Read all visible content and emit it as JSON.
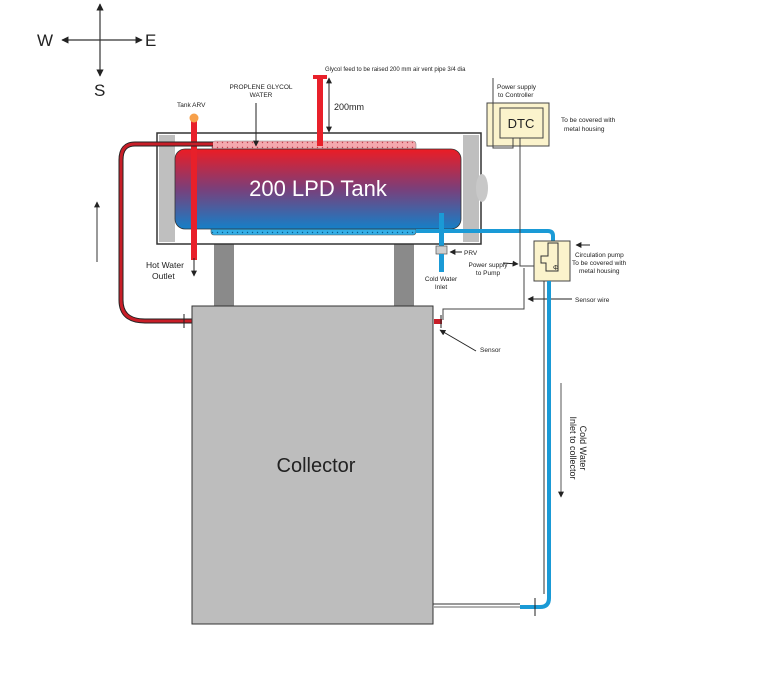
{
  "compass": {
    "west": "W",
    "east": "E",
    "south": "S"
  },
  "labels": {
    "glycol_feed": "Glycol feed to be raised 200 mm air vent pipe 3/4 dia",
    "dimension_200mm": "200mm",
    "propylene_glycol_line1": "PROPLENE GLYCOL",
    "propylene_glycol_line2": "WATER",
    "tank_arv": "Tank ARV",
    "tank_title": "200 LPD Tank",
    "hot_water_outlet_line1": "Hot Water",
    "hot_water_outlet_line2": "Outlet",
    "prv": "PRV",
    "cold_water_inlet_line1": "Cold Water",
    "cold_water_inlet_line2": "Inlet",
    "power_supply_pump_line1": "Power supply",
    "power_supply_pump_line2": "to Pump",
    "power_supply_controller_line1": "Power supply",
    "power_supply_controller_line2": "to Controller",
    "controller": "DTC",
    "controller_note_line1": "To be covered with",
    "controller_note_line2": "metal housing",
    "pump_line1": "Circulation pump",
    "pump_line2": "To be covered with",
    "pump_line3": "metal housing",
    "sensor_wire": "Sensor wire",
    "sensor": "Sensor",
    "collector": "Collector",
    "cold_water_collector_line1": "Cold Water",
    "cold_water_collector_line2": "Inlet to collector"
  },
  "colors": {
    "hot": "#e8202a",
    "cold": "#1a9ad6",
    "hot_pipe_dark": "#b3121c",
    "frame_gray": "#b8b8b8",
    "collector_gray": "#bdbdbd",
    "glycol_pink": "#f4a9ae",
    "housing_yellow": "#fbf3cc"
  }
}
